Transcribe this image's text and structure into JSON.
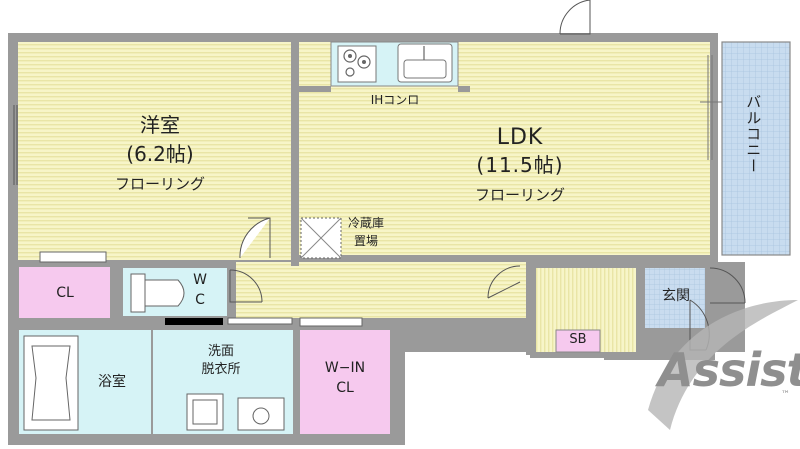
{
  "plan": {
    "rooms": {
      "western_room": {
        "name": "洋室",
        "size": "(6.2帖)",
        "floor": "フローリング"
      },
      "ldk": {
        "name": "LDK",
        "size": "(11.5帖)",
        "floor": "フローリング"
      },
      "balcony": {
        "name": "バルコニー"
      },
      "closet": {
        "name": "CL"
      },
      "toilet": {
        "line1": "W",
        "line2": "C"
      },
      "bathroom": {
        "name": "浴室"
      },
      "washroom": {
        "line1": "洗面",
        "line2": "脱衣所"
      },
      "walk_in_closet": {
        "line1": "W−IN",
        "line2": "CL"
      },
      "entrance": {
        "name": "玄関"
      },
      "shoe_box": {
        "name": "SB"
      }
    },
    "fixtures": {
      "ih_stove": "IHコンロ",
      "fridge_line1": "冷蔵庫",
      "fridge_line2": "置場"
    }
  },
  "logo": {
    "text": "Assist",
    "mark": "™"
  },
  "colors": {
    "wall": "#9a9a9a",
    "floor": "#f7f5c8",
    "floor_line": "#e9e5a6",
    "closet": "#f6c9ee",
    "wet_area": "#d6f3f6",
    "entrance": "#c9dcef",
    "balcony": "#c8dcef",
    "logo": "#a3a3a3"
  }
}
